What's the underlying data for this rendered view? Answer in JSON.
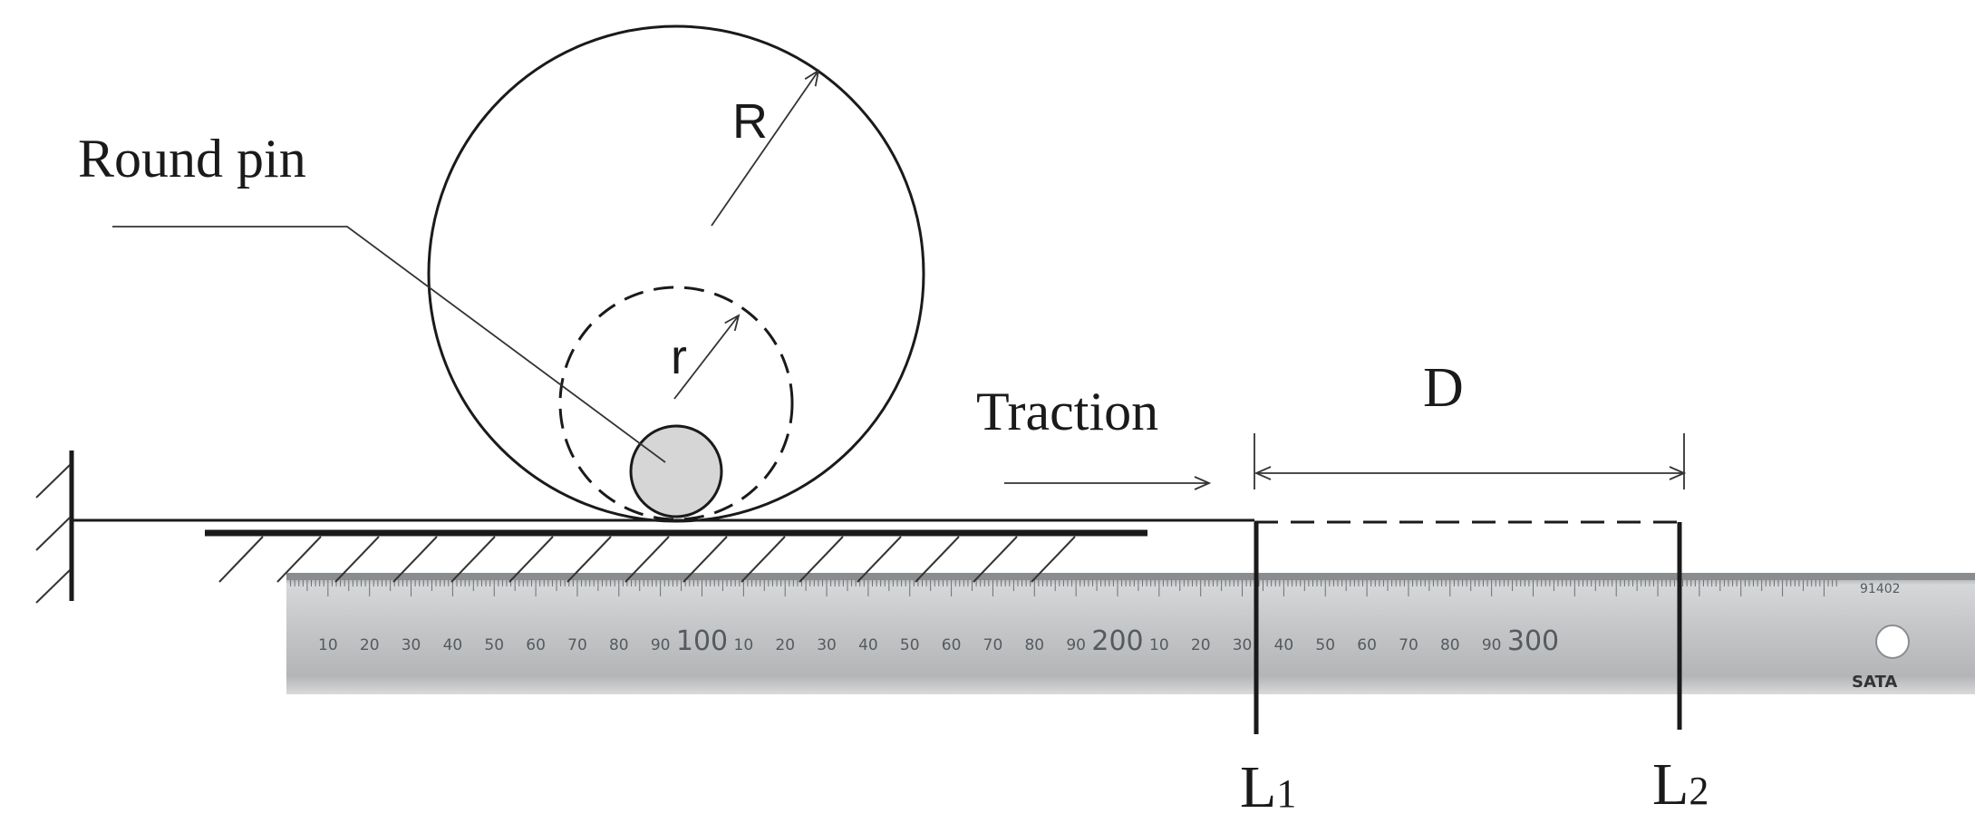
{
  "labels": {
    "round_pin": "Round pin",
    "big_radius": "R",
    "small_radius": "r",
    "traction": "Traction",
    "distance": "D",
    "l1_main": "L",
    "l1_sub": "1",
    "l2_main": "L",
    "l2_sub": "2"
  },
  "ruler": {
    "ticks": [
      "10",
      "20",
      "30",
      "40",
      "50",
      "60",
      "70",
      "80",
      "90",
      "100",
      "10",
      "20",
      "30",
      "40",
      "50",
      "60",
      "70",
      "80",
      "90",
      "200",
      "10",
      "20",
      "30",
      "40",
      "50",
      "60",
      "70",
      "80",
      "90",
      "300"
    ],
    "model": "91402",
    "brand": "SATA"
  },
  "colors": {
    "line": "#1a1a1a",
    "pin_fill": "#d6d6d6",
    "ruler_light": "#d9dadb",
    "ruler_dark": "#a9abad"
  }
}
